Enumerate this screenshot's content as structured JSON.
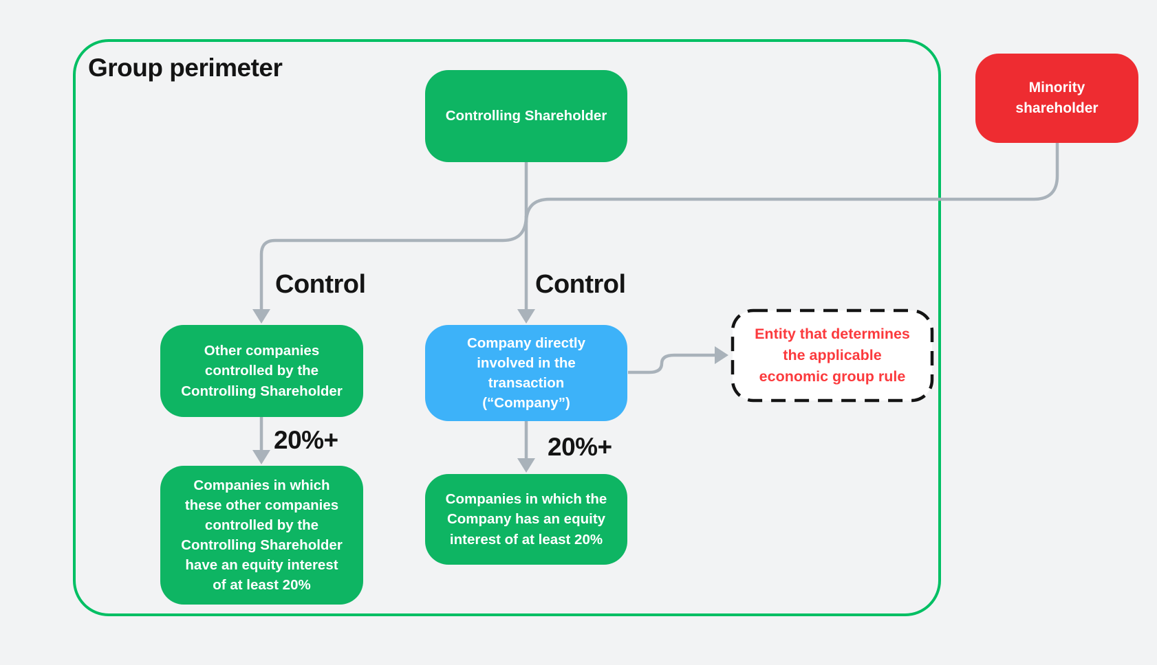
{
  "diagram": {
    "title": "Group perimeter",
    "nodes": {
      "controlling_shareholder": {
        "label": "Controlling Shareholder",
        "color": "#0eb563"
      },
      "minority_shareholder": {
        "label": "Minority\nshareholder",
        "color": "#ee2c31"
      },
      "other_companies": {
        "label": "Other companies\ncontrolled by the\nControlling Shareholder",
        "color": "#0eb563"
      },
      "company": {
        "label": "Company directly\ninvolved in the\ntransaction\n(“Company”)",
        "color": "#3db2f9"
      },
      "entity_rule": {
        "label": "Entity that determines\nthe applicable\neconomic group rule",
        "color": "#fb3a3d"
      },
      "other_companies_equity": {
        "label": "Companies in which\nthese other companies\ncontrolled by the\nControlling Shareholder\nhave an equity interest\nof at least 20%",
        "color": "#0eb563"
      },
      "company_equity": {
        "label": "Companies in which the\nCompany has an equity\ninterest of at least 20%",
        "color": "#0eb563"
      }
    },
    "edge_labels": {
      "control_left": "Control",
      "control_center": "Control",
      "pct_left": "20%+",
      "pct_center": "20%+"
    },
    "edges": [
      {
        "from": "controlling_shareholder",
        "to": "other_companies",
        "label": "Control"
      },
      {
        "from": "controlling_shareholder",
        "to": "company",
        "label": "Control"
      },
      {
        "from": "minority_shareholder",
        "to": "company",
        "label": ""
      },
      {
        "from": "company",
        "to": "entity_rule",
        "label": ""
      },
      {
        "from": "other_companies",
        "to": "other_companies_equity",
        "label": "20%+"
      },
      {
        "from": "company",
        "to": "company_equity",
        "label": "20%+"
      }
    ],
    "colors": {
      "background": "#f2f3f4",
      "perimeter_green": "#00bf63",
      "node_green": "#0eb563",
      "node_red": "#ee2c31",
      "node_blue": "#3db2f9",
      "connector_gray": "#a9b2ba",
      "entity_text_red": "#fb3a3d",
      "text_dark": "#141414"
    }
  }
}
